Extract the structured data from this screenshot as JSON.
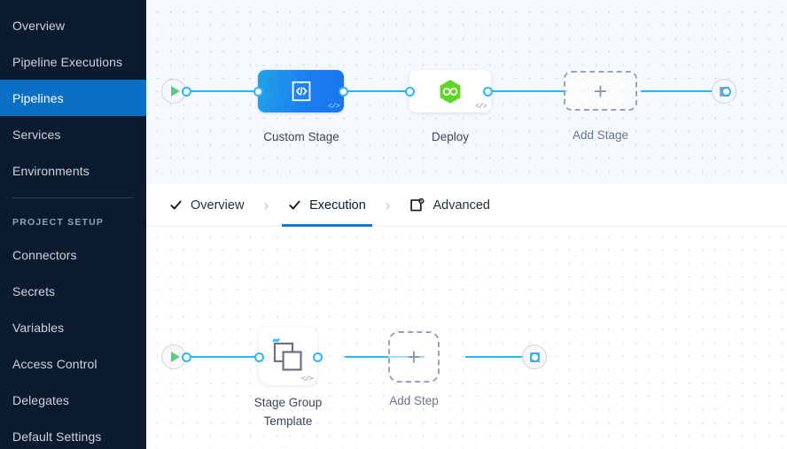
{
  "sidebar": {
    "items": [
      {
        "label": "Overview",
        "active": false
      },
      {
        "label": "Pipeline Executions",
        "active": false
      },
      {
        "label": "Pipelines",
        "active": true
      },
      {
        "label": "Services",
        "active": false
      },
      {
        "label": "Environments",
        "active": false
      }
    ],
    "section_title": "PROJECT SETUP",
    "setup_items": [
      {
        "label": "Connectors"
      },
      {
        "label": "Secrets"
      },
      {
        "label": "Variables"
      },
      {
        "label": "Access Control"
      },
      {
        "label": "Delegates"
      },
      {
        "label": "Default Settings"
      }
    ],
    "active_color": "#0b6fc4",
    "background_color": "#0b1a2d"
  },
  "tabs": {
    "items": [
      {
        "label": "Overview",
        "icon": "check-icon",
        "active": false
      },
      {
        "label": "Execution",
        "icon": "check-icon",
        "active": true
      },
      {
        "label": "Advanced",
        "icon": "advanced-card-gear-icon",
        "active": false
      }
    ],
    "separator": "›",
    "active_underline_color": "#0b79d0"
  },
  "stage_canvas": {
    "start_node": {
      "icon": "play-icon",
      "color": "#5ecb7d"
    },
    "end_node": {
      "icon": "stop-icon",
      "color": "#9aa2b4"
    },
    "nodes": [
      {
        "label": "Custom Stage",
        "icon": "custom-stage-code-icon",
        "type": "custom",
        "code_badge": "</>"
      },
      {
        "label": "Deploy",
        "icon": "deploy-hexagon-infinity-icon",
        "type": "deploy",
        "code_badge": "</>"
      },
      {
        "label": "Add Stage",
        "icon": "plus-icon",
        "type": "add"
      }
    ],
    "edge_color": "#2cb5f5",
    "background_color": "#f4f9fd"
  },
  "execution_canvas": {
    "start_node": {
      "icon": "play-icon",
      "color": "#5ecb7d"
    },
    "end_node": {
      "icon": "stop-icon",
      "color": "#9aa2b4"
    },
    "nodes": [
      {
        "label_line1": "Stage Group",
        "label_line2": "Template",
        "icon": "stacked-squares-icon",
        "type": "template",
        "code_badge": "</>"
      },
      {
        "label": "Add Step",
        "icon": "plus-icon",
        "type": "add"
      }
    ],
    "edge_color": "#2cb5f5",
    "background_color": "#ffffff"
  },
  "glyphs": {
    "plus": "+",
    "code": "</>"
  }
}
